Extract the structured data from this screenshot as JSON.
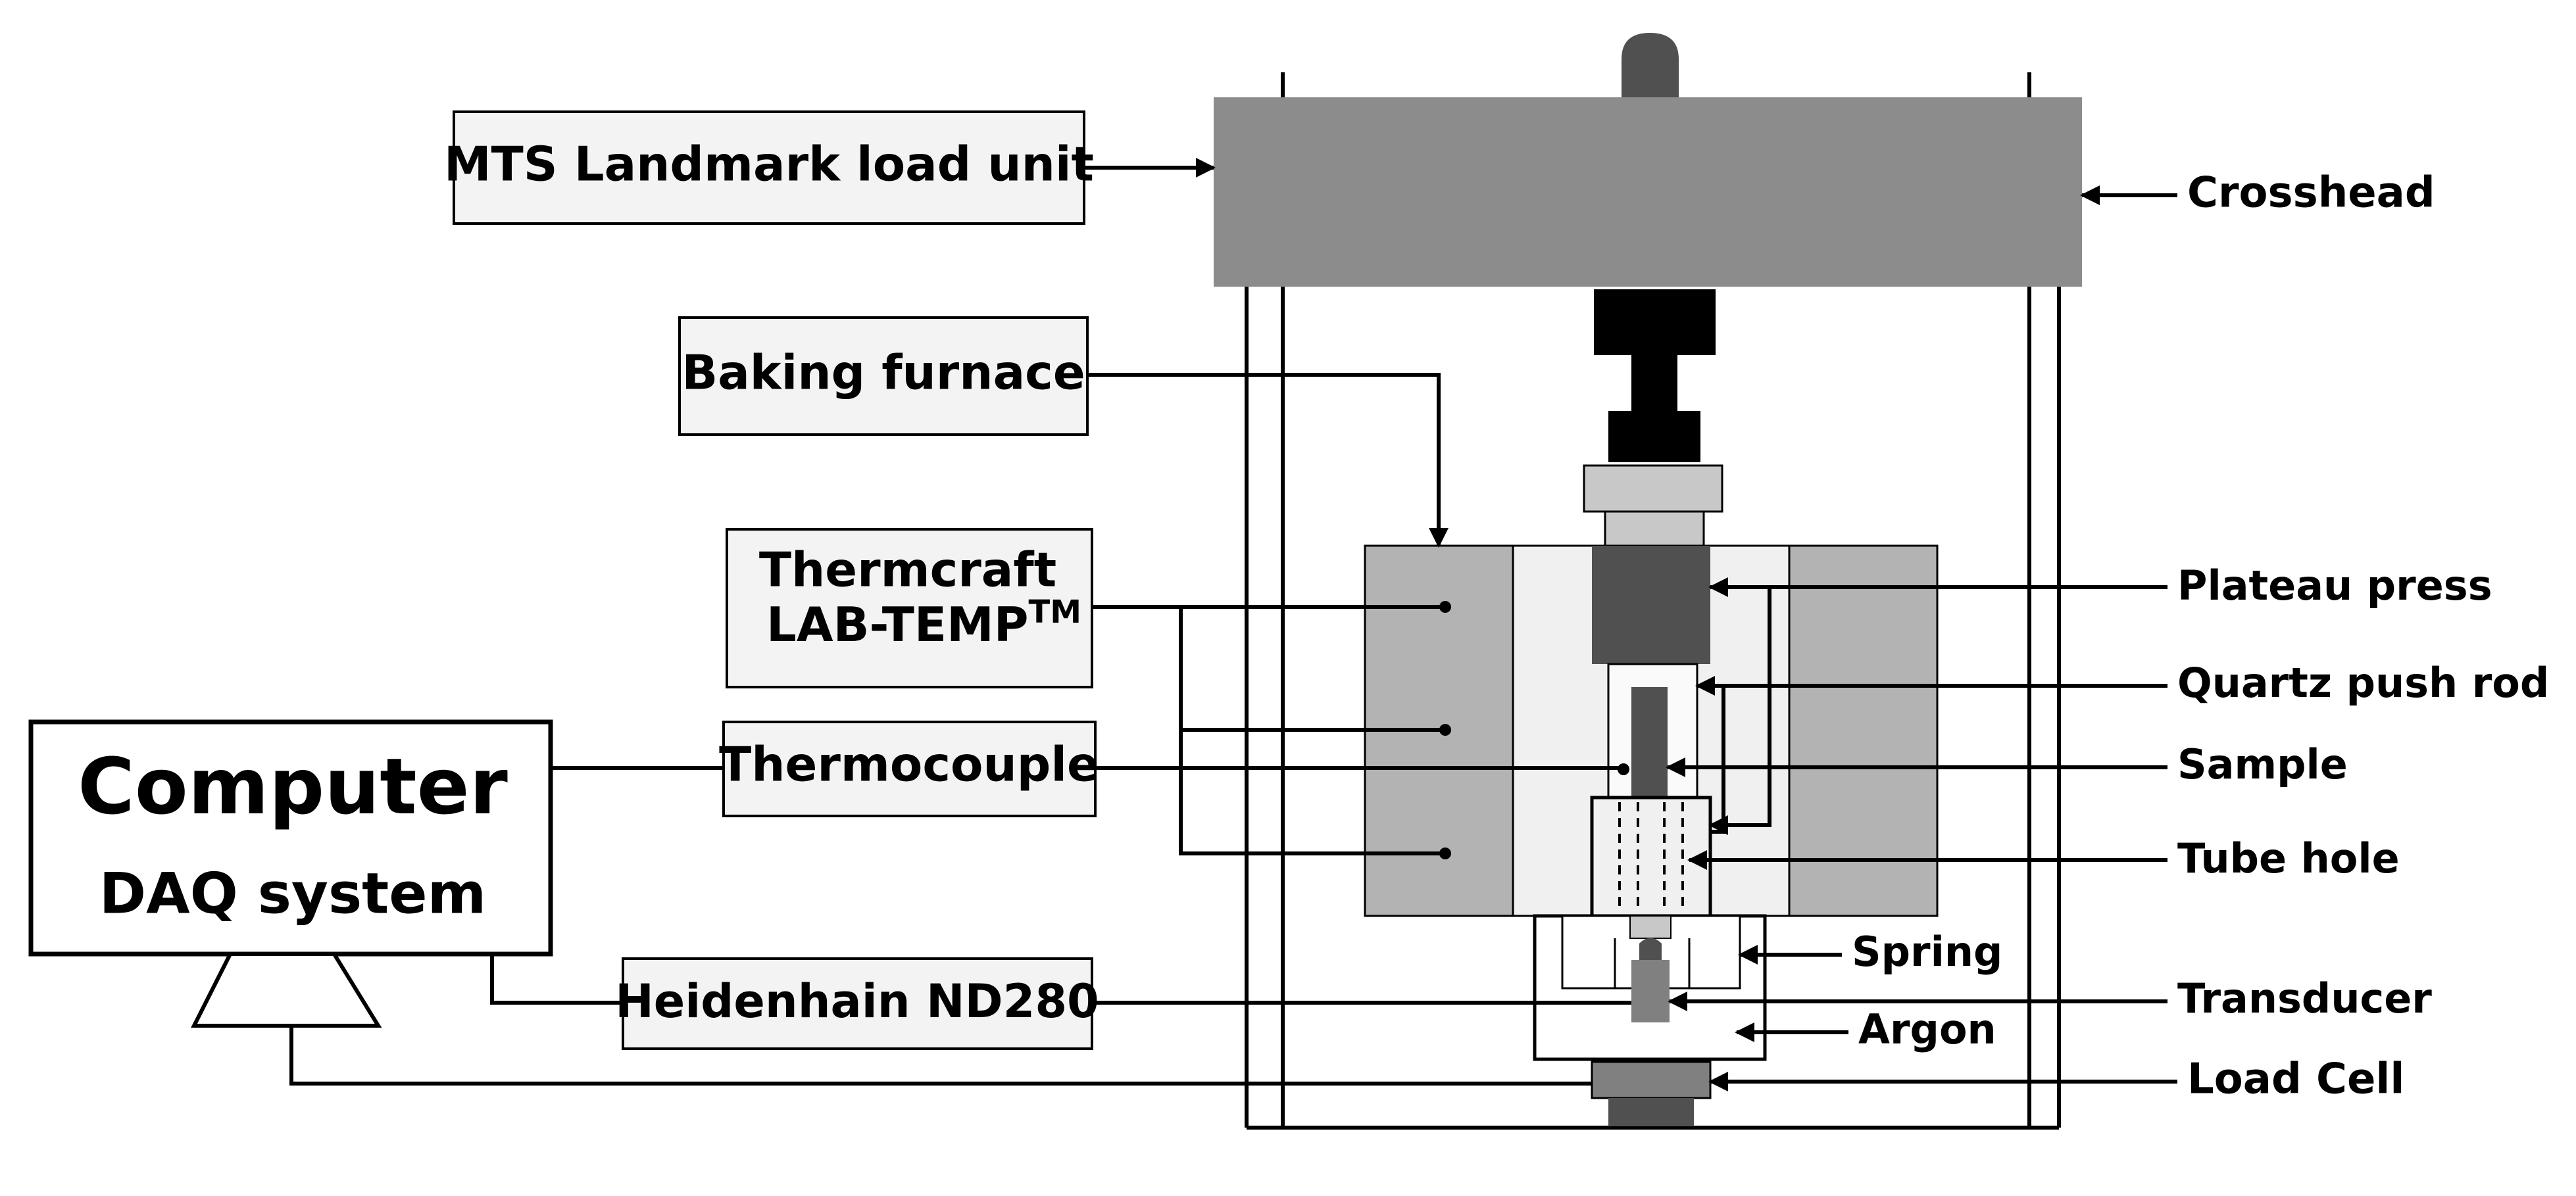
{
  "labels": {
    "load_unit": "MTS Landmark load unit",
    "baking_furnace": "Baking furnace",
    "thermcraft_line1": "Thermcraft",
    "thermcraft_line2": "LAB-TEMP",
    "thermcraft_tm": "TM",
    "thermocouple": "Thermocouple",
    "heidenhain": "Heidenhain ND280",
    "computer": "Computer",
    "daq": "DAQ system",
    "crosshead": "Crosshead",
    "plateau_press": "Plateau press",
    "quartz_push_rod": "Quartz push rod",
    "sample": "Sample",
    "tube_hole": "Tube hole",
    "spring": "Spring",
    "transducer": "Transducer",
    "argon": "Argon",
    "load_cell": "Load Cell"
  },
  "colors": {
    "crosshead": "#8c8c8c",
    "furnace_outer": "#b3b3b3",
    "furnace_inner": "#f0f0f0",
    "dark_part": "#505050",
    "black_part": "#000000",
    "light_part": "#c8c8c8",
    "box_fill": "#f3f3f3"
  }
}
